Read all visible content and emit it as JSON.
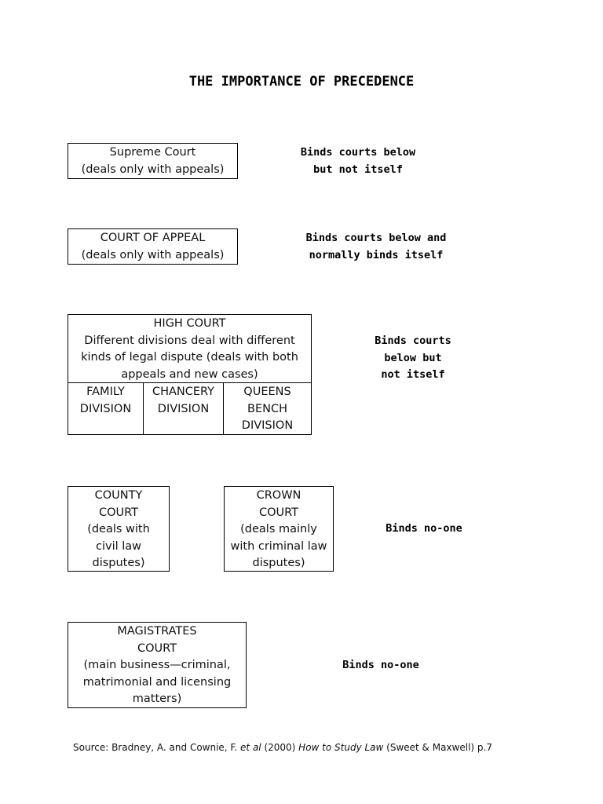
{
  "title": "THE IMPORTANCE OF PRECEDENCE",
  "supreme_court": {
    "lines": [
      "Supreme Court",
      "(deals only with appeals)"
    ],
    "note": [
      "Binds courts below",
      "but not itself"
    ]
  },
  "court_of_appeal": {
    "lines": [
      "COURT OF APPEAL",
      "(deals only with appeals)"
    ],
    "note": [
      "Binds courts below and",
      "normally binds itself"
    ]
  },
  "high_court": {
    "lines": [
      "HIGH COURT",
      "Different divisions deal with different",
      "kinds of legal dispute (deals with both",
      "appeals and new cases)"
    ],
    "divisions": [
      {
        "lines": [
          "FAMILY",
          "DIVISION"
        ]
      },
      {
        "lines": [
          "CHANCERY",
          "DIVISION"
        ]
      },
      {
        "lines": [
          "QUEENS",
          "BENCH",
          "DIVISION"
        ]
      }
    ],
    "note": [
      "Binds courts",
      "below but",
      "not itself"
    ]
  },
  "county_court": {
    "lines": [
      "COUNTY",
      "COURT",
      "(deals with",
      "civil law",
      "disputes)"
    ]
  },
  "crown_court": {
    "lines": [
      "CROWN",
      "COURT",
      "(deals mainly",
      "with criminal law",
      "disputes)"
    ]
  },
  "county_crown_note": [
    "Binds no-one"
  ],
  "magistrates_court": {
    "lines": [
      "MAGISTRATES",
      "COURT",
      "(main business—criminal,",
      "matrimonial and licensing",
      "matters)"
    ],
    "note": [
      "Binds no-one"
    ]
  },
  "source": {
    "prefix": "Source: Bradney, A. and Cownie, F. ",
    "et_al": "et al",
    "year": " (2000) ",
    "book": "How to Study Law",
    "suffix": " (Sweet & Maxwell) p.7"
  }
}
